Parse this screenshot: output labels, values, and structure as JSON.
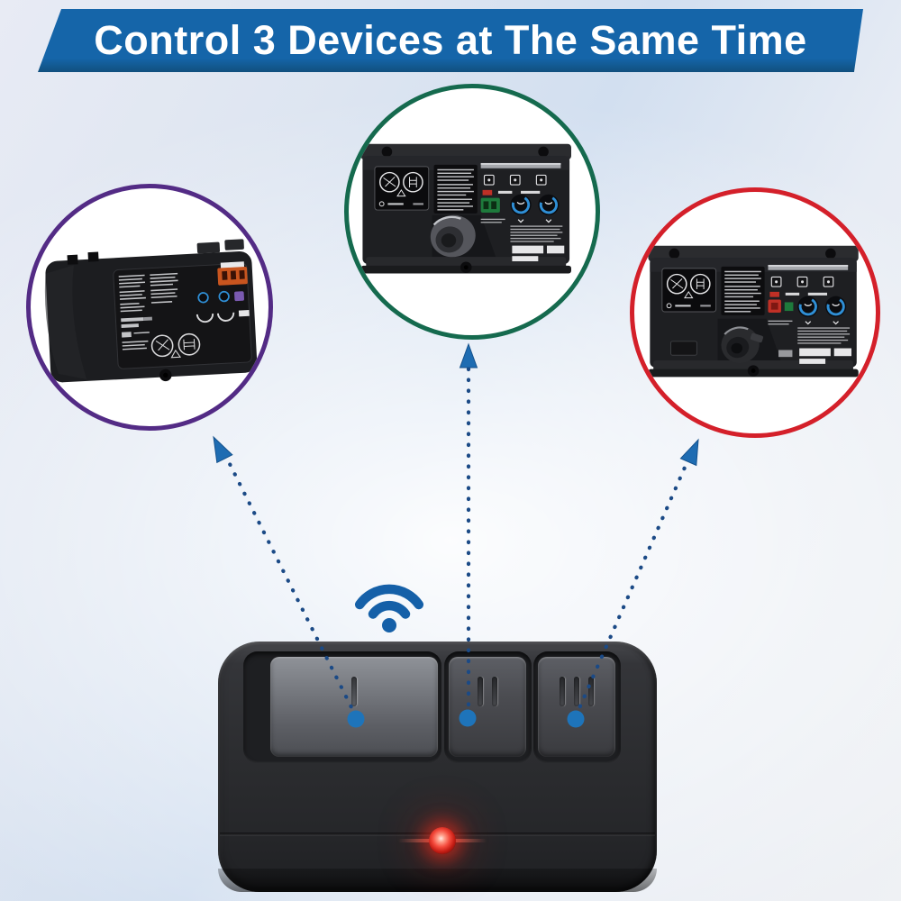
{
  "banner": {
    "title": "Control 3 Devices at The Same Time"
  },
  "colors": {
    "banner_blue": "#1565a9",
    "ring_purple": "#532b85",
    "ring_green": "#156a4e",
    "ring_red": "#d4202a",
    "arrow_navy": "#1b4a86",
    "arrowhead_blue": "#1e6cb2",
    "dot_blue": "#1e74ba",
    "wifi_blue": "#1560a8",
    "led_red": "#c41d14"
  },
  "devices": [
    {
      "name": "garage-door-opener-left",
      "ring_color": "#532b85",
      "position": "left"
    },
    {
      "name": "garage-door-opener-center",
      "ring_color": "#156a4e",
      "position": "center"
    },
    {
      "name": "garage-door-opener-right",
      "ring_color": "#d4202a",
      "position": "right"
    }
  ],
  "remote": {
    "buttons": [
      {
        "name": "remote-button-1",
        "tick_marks": 1
      },
      {
        "name": "remote-button-2",
        "tick_marks": 2
      },
      {
        "name": "remote-button-3",
        "tick_marks": 3
      }
    ],
    "indicator": "red-led",
    "signal_icon": "wifi"
  }
}
